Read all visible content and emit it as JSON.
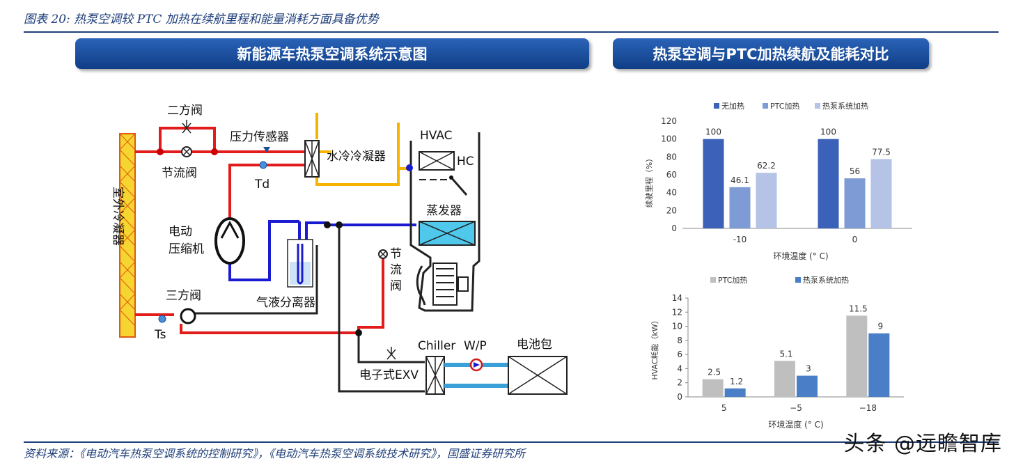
{
  "page": {
    "title": "图表 20:  热泵空调较 PTC 加热在续航里程和能量消耗方面具备优势",
    "source": "资料来源：《电动汽车热泵空调系统的控制研究》，《电动汽车热泵空调系统技术研究》，国盛证券研究所",
    "watermark": "头条 @远瞻智库"
  },
  "banners": {
    "left": "新能源车热泵空调系统示意图",
    "right": "热泵空调与PTC加热续航及能耗对比"
  },
  "diagram": {
    "labels": {
      "two_way_valve": "二方阀",
      "throttle_valve": "节流阀",
      "pressure_sensor": "压力传感器",
      "water_condenser": "水冷冷凝器",
      "td": "Td",
      "hvac": "HVAC",
      "hc": "HC",
      "evaporator": "蒸发器",
      "electric_compressor_1": "电动",
      "electric_compressor_2": "压缩机",
      "outdoor_condenser": "室外冷凝器",
      "three_way_valve": "三方阀",
      "ts": "Ts",
      "separator": "气液分离器",
      "throttle_v1": "节",
      "throttle_v2": "流",
      "throttle_v3": "阀",
      "chiller": "Chiller",
      "wp": "W/P",
      "battery": "电池包",
      "exv": "电子式EXV"
    }
  },
  "chart_data": [
    {
      "type": "bar",
      "categories": [
        "-10",
        "0"
      ],
      "series": [
        {
          "name": "无加热",
          "values": [
            100,
            100
          ],
          "color": "#3b62b8"
        },
        {
          "name": "PTC加热",
          "values": [
            46.1,
            56
          ],
          "color": "#7f9bd6"
        },
        {
          "name": "热泵系统加热",
          "values": [
            62.2,
            77.5
          ],
          "color": "#b4c3e6"
        }
      ],
      "xlabel": "环境温度 (° C)",
      "ylabel": "续驶里程（%）",
      "ylim": [
        0,
        120
      ],
      "yticks": [
        "0",
        "20",
        "40",
        "60",
        "80",
        "100",
        "120"
      ],
      "legend": "top",
      "data_labels": [
        [
          "100",
          "100"
        ],
        [
          "46.1",
          "56"
        ],
        [
          "62.2",
          "77.5"
        ]
      ]
    },
    {
      "type": "bar",
      "categories": [
        "5",
        "−5",
        "−18"
      ],
      "series": [
        {
          "name": "PTC加热",
          "values": [
            2.5,
            5.1,
            11.5
          ],
          "color": "#bfbfbf"
        },
        {
          "name": "热泵系统加热",
          "values": [
            1.2,
            3,
            9
          ],
          "color": "#4a7fc8"
        }
      ],
      "xlabel": "环境温度 (° C)",
      "ylabel": "HVAC耗能（kW）",
      "ylim": [
        0,
        14
      ],
      "yticks": [
        "0",
        "2",
        "4",
        "6",
        "8",
        "10",
        "12",
        "14"
      ],
      "legend": "top",
      "data_labels": [
        [
          "2.5",
          "5.1",
          "11.5"
        ],
        [
          "1.2",
          "3",
          "9"
        ]
      ]
    }
  ]
}
